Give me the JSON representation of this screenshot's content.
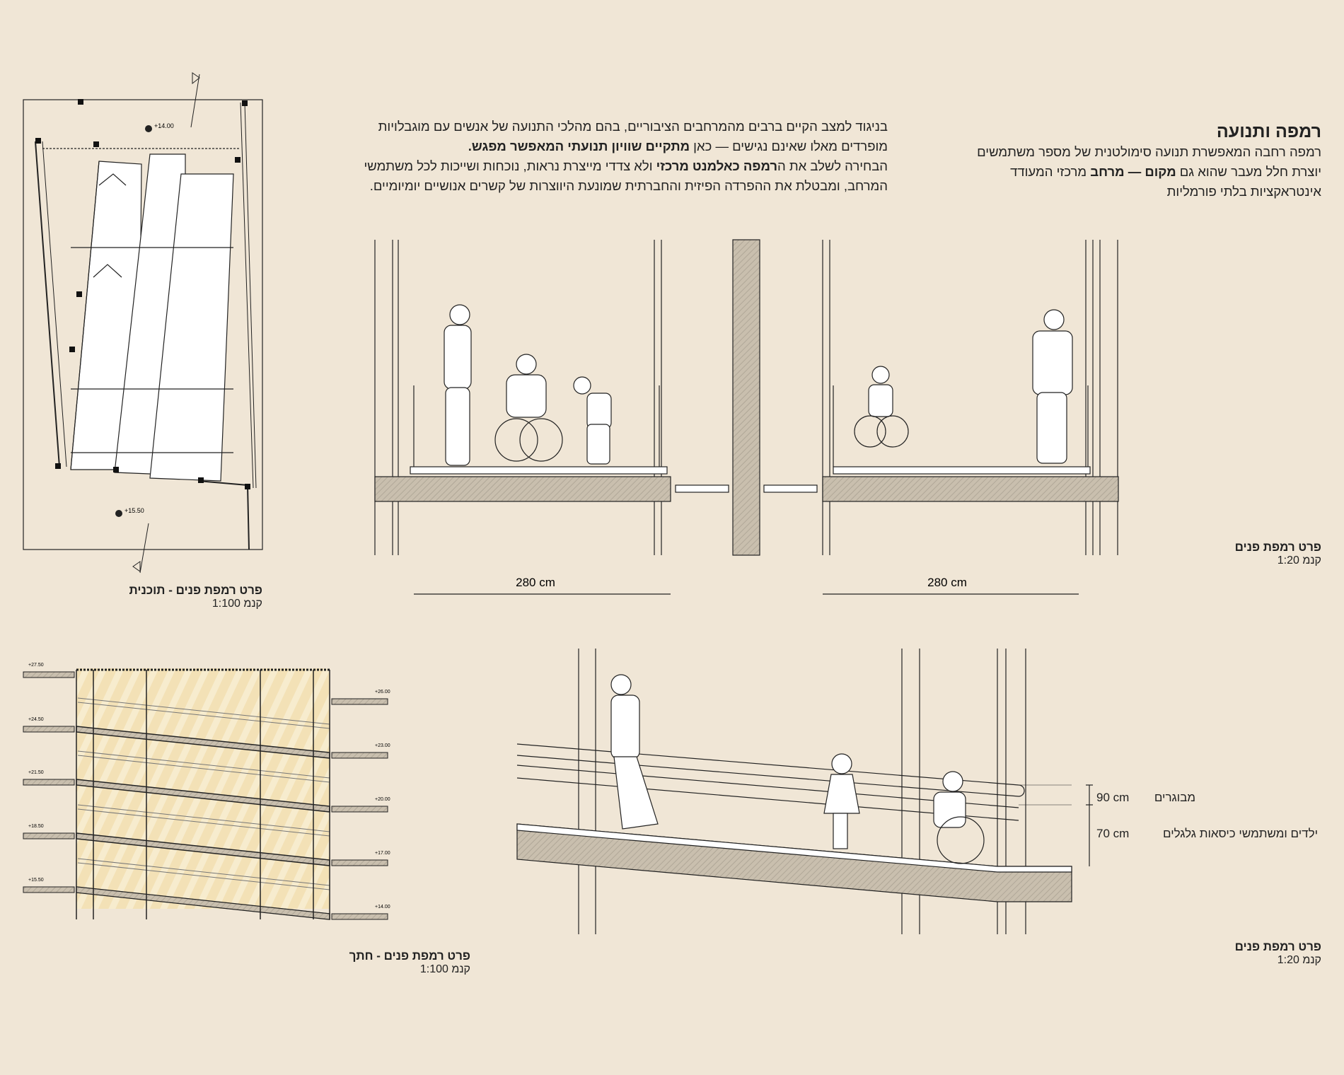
{
  "intro": {
    "title": "רמפה ותנועה",
    "lines": [
      [
        {
          "t": "רמפה רחבה המאפשרת תנועה סימולטנית של מספר משתמשים",
          "b": false
        }
      ],
      [
        {
          "t": "יוצרת חלל מעבר שהוא גם ",
          "b": false
        },
        {
          "t": "מקום — מרחב",
          "b": true
        },
        {
          "t": " מרכזי המעודד",
          "b": false
        }
      ],
      [
        {
          "t": "אינטראקציות בלתי פורמליות",
          "b": false
        }
      ]
    ]
  },
  "description": {
    "lines": [
      [
        {
          "t": "בניגוד למצב הקיים ברבים מהמרחבים הציבוריים, בהם מהלכי התנועה של אנשים עם מוגבלויות",
          "b": false
        }
      ],
      [
        {
          "t": "מופרדים מאלו שאינם נגישים — כאן ",
          "b": false
        },
        {
          "t": "מתקיים שוויון תנועתי המאפשר מפגש.",
          "b": true
        }
      ],
      [
        {
          "t": "הבחירה לשלב את ה",
          "b": false
        },
        {
          "t": "רמפה כאלמנט מרכזי",
          "b": true
        },
        {
          "t": " ולא צדדי מייצרת נראות, נוכחות ושייכות לכל משתמשי",
          "b": false
        }
      ],
      [
        {
          "t": "המרחב, ומבטלת את ההפרדה הפיזית והחברתית שמונעת היווצרות של קשרים אנושיים יומיומיים.",
          "b": false
        }
      ]
    ]
  },
  "plan": {
    "caption_title": "פרט רמפת פנים - תוכנית",
    "caption_scale": "קנמ 1:100",
    "levels": [
      "+14.00",
      "+15.50"
    ]
  },
  "cross_section": {
    "caption_title": "פרט רמפת פנים",
    "caption_scale": "קנמ 1:20",
    "dimensions": [
      "280 cm",
      "280 cm"
    ]
  },
  "long_section": {
    "caption_title": "פרט רמפת פנים - חתך",
    "caption_scale": "קנמ 1:100",
    "left_levels": [
      "+27.50",
      "+24.50",
      "+21.50",
      "+18.50",
      "+15.50"
    ],
    "right_levels": [
      "+26.00",
      "+23.00",
      "+20.00",
      "+17.00",
      "+14.00"
    ]
  },
  "ramp_detail": {
    "caption_title": "פרט רמפת פנים",
    "caption_scale": "קנמ 1:20",
    "handrails": [
      {
        "height": "90 cm",
        "label": "מבוגרים"
      },
      {
        "height": "70 cm",
        "label": "ילדים ומשתמשי כיסאות גלגלים"
      }
    ]
  },
  "colors": {
    "background": "#f0e6d6",
    "slab": "#c9bfae",
    "light": "#f5e3b0",
    "line": "#222222"
  }
}
